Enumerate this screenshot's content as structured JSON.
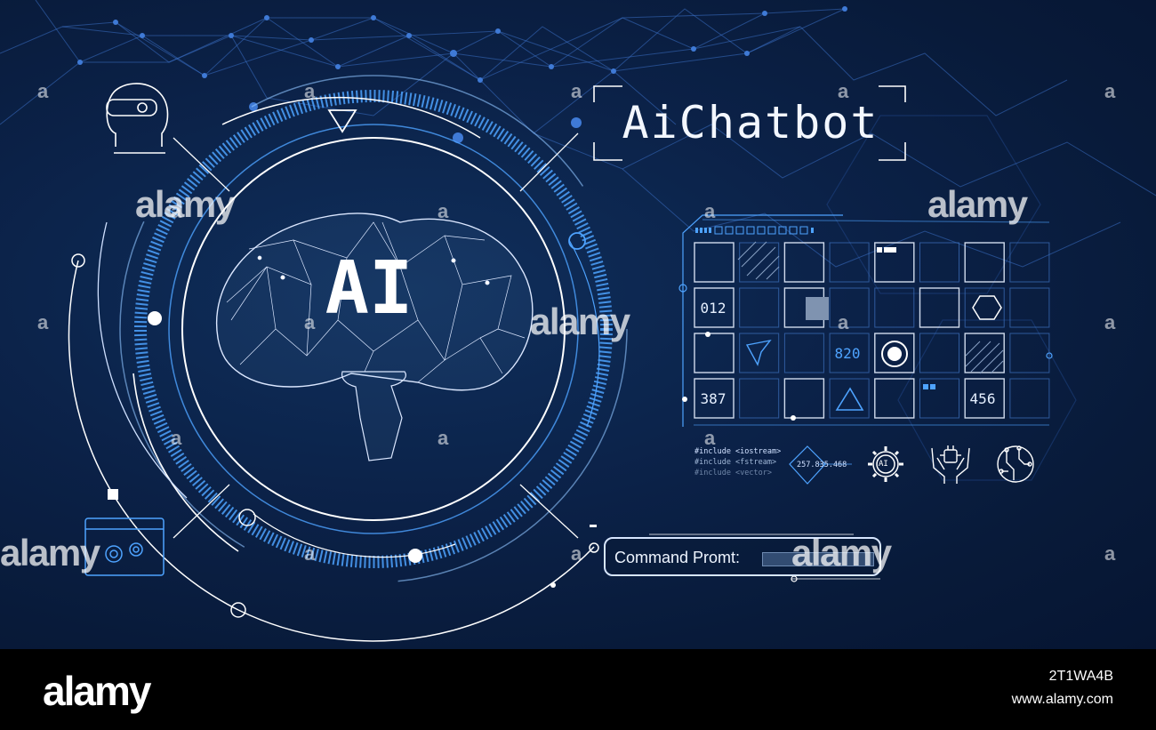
{
  "title": "AiChatbot",
  "center_label": "AI",
  "command_prompt": {
    "label": "Command Promt:"
  },
  "grid_numbers": [
    "012",
    "820",
    "387",
    "456"
  ],
  "code_lines": [
    "#include <iostream>",
    "#include <fstream>",
    "#include <vector>"
  ],
  "readout": "257.835.468",
  "gear_badge": "AI",
  "watermark": {
    "text": "alamy",
    "letter": "a"
  },
  "footer": {
    "logo": "alamy",
    "image_id": "2T1WA4B",
    "url": "www.alamy.com"
  },
  "colors": {
    "background": "#0b2147",
    "accent": "#4ea3ff",
    "line": "#cfe0ff"
  },
  "icons": [
    "vr-head-icon",
    "brain-mesh-icon",
    "settings-window-icon",
    "gear-ai-icon",
    "hands-chip-icon",
    "circuit-icon"
  ]
}
